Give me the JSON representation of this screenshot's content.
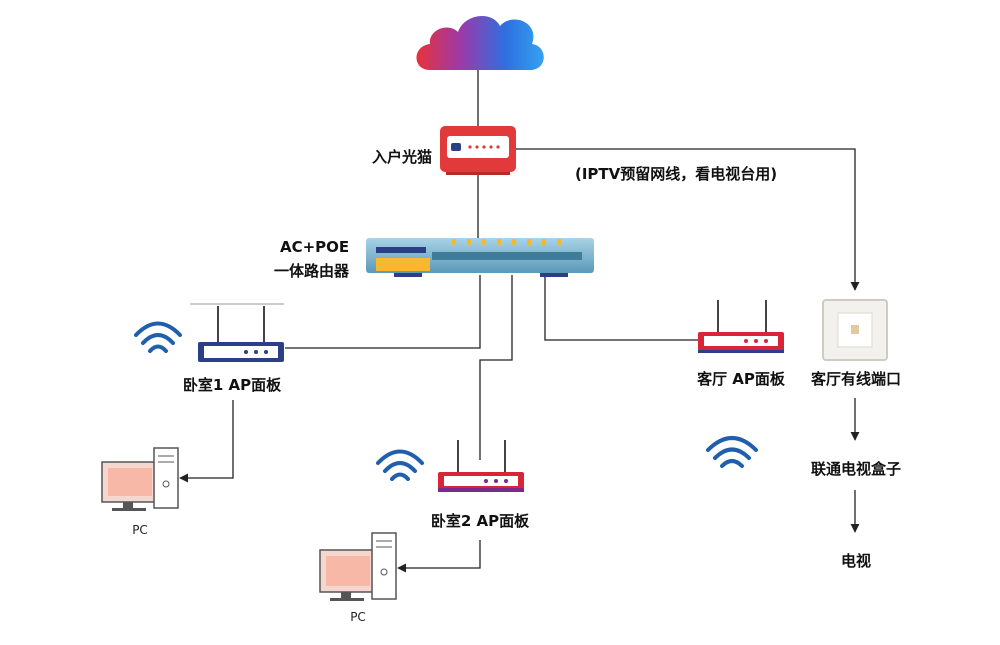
{
  "labels": {
    "modem": "入户光猫",
    "iptv_note": "(IPTV预留网线，看电视台用)",
    "router_line1": "AC+POE",
    "router_line2": "一体路由器",
    "bedroom1_ap": "卧室1 AP面板",
    "bedroom2_ap": "卧室2 AP面板",
    "living_ap": "客厅 AP面板",
    "wired_port": "客厅有线端口",
    "tv_box": "联通电视盒子",
    "tv": "电视",
    "pc1": "PC",
    "pc2": "PC"
  },
  "icons": {
    "cloud": "cloud-icon",
    "modem": "modem-icon",
    "router": "router-icon",
    "ap": "access-point-icon",
    "wifi": "wifi-icon",
    "pc": "desktop-pc-icon",
    "wall_port": "wall-port-icon",
    "arrow": "arrow-icon"
  },
  "colors": {
    "modem_red": "#e23a3a",
    "router_teal": "#5aa6c6",
    "router_yellow": "#f5b82e",
    "wifi_blue": "#1f5fae",
    "ap_navy": "#2b3f86",
    "ap_red": "#d9243a",
    "ap_purple": "#7a2a8a",
    "line": "#222222"
  }
}
